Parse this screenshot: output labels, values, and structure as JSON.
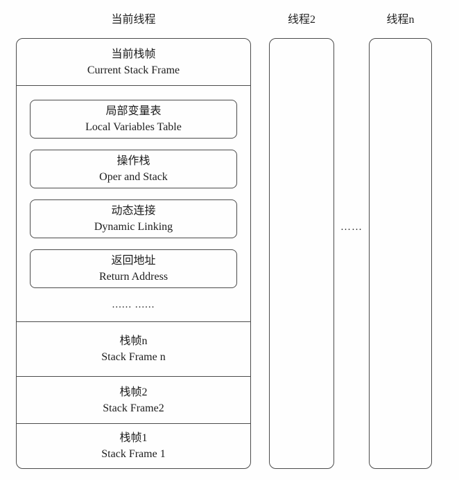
{
  "diagram": {
    "title_semantic": "JVM thread stack structure diagram",
    "headers": {
      "current_thread": "当前线程",
      "thread2": "线程2",
      "threadn": "线程n"
    },
    "current_stack_frame": {
      "zh": "当前栈帧",
      "en": "Current Stack Frame"
    },
    "frame_parts": [
      {
        "zh": "局部变量表",
        "en": "Local Variables Table"
      },
      {
        "zh": "操作栈",
        "en": "Oper and Stack"
      },
      {
        "zh": "动态连接",
        "en": "Dynamic Linking"
      },
      {
        "zh": "返回地址",
        "en": "Return Address"
      }
    ],
    "frame_parts_ellipsis": "...... ......",
    "stack_frames": [
      {
        "zh": "栈帧n",
        "en": "Stack Frame n"
      },
      {
        "zh": "栈帧2",
        "en": "Stack Frame2"
      },
      {
        "zh": "栈帧1",
        "en": "Stack Frame 1"
      }
    ],
    "threads_ellipsis": "……",
    "colors": {
      "border": "#4a4a4a",
      "text": "#1c1c1c",
      "background": "#fefefe"
    }
  }
}
